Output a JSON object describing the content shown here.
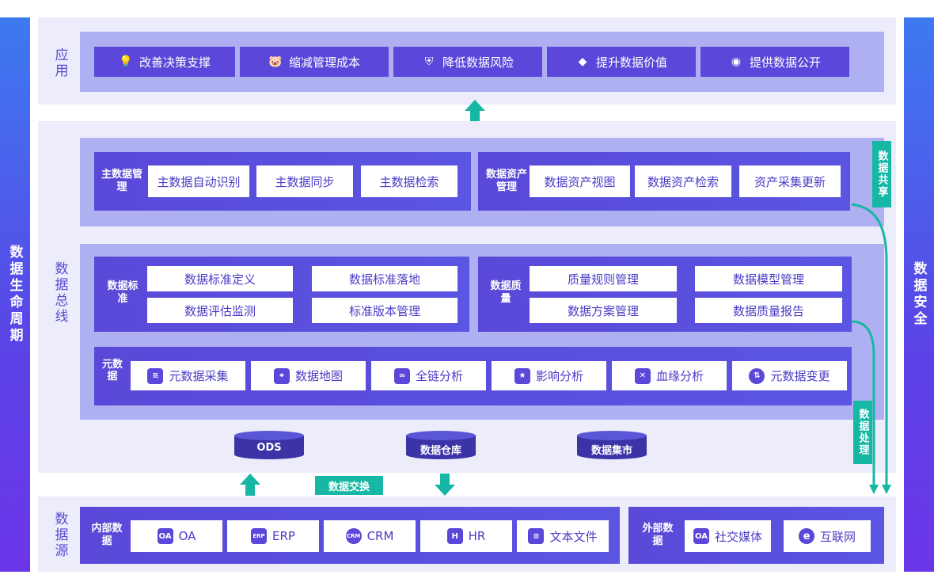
{
  "left_bar": "数据生命周期",
  "right_bar": "数据安全",
  "app": {
    "label": "应用",
    "items": [
      {
        "icon": "lightbulb-icon",
        "label": "改善决策支撑"
      },
      {
        "icon": "piggy-bank-icon",
        "label": "缩减管理成本"
      },
      {
        "icon": "shield-icon",
        "label": "降低数据风险"
      },
      {
        "icon": "diamond-icon",
        "label": "提升数据价值"
      },
      {
        "icon": "eye-icon",
        "label": "提供数据公开"
      }
    ]
  },
  "bus": {
    "label": "数据总线",
    "master": {
      "title": "主数据管理",
      "items": [
        "主数据自动识别",
        "主数据同步",
        "主数据检索"
      ]
    },
    "asset": {
      "title": "数据资产管理",
      "items": [
        "数据资产视图",
        "数据资产检索",
        "资产采集更新"
      ]
    },
    "standard": {
      "title": "数据标准",
      "items": [
        "数据标准定义",
        "数据标准落地",
        "数据评估监测",
        "标准版本管理"
      ]
    },
    "quality": {
      "title": "数据质量",
      "items": [
        "质量规则管理",
        "数据模型管理",
        "数据方案管理",
        "数据质量报告"
      ]
    },
    "meta": {
      "title": "元数据",
      "items": [
        {
          "icon": "database-icon",
          "label": "元数据采集"
        },
        {
          "icon": "map-icon",
          "label": "数据地图"
        },
        {
          "icon": "link-icon",
          "label": "全链分析"
        },
        {
          "icon": "medal-icon",
          "label": "影响分析"
        },
        {
          "icon": "dna-icon",
          "label": "血缘分析"
        },
        {
          "icon": "change-icon",
          "label": "元数据变更"
        }
      ]
    },
    "stores": [
      "ODS",
      "数据仓库",
      "数据集市"
    ]
  },
  "share_label": "数据共享",
  "process_label": "数据处理",
  "exchange_label": "数据交换",
  "source": {
    "label": "数据源",
    "internal": {
      "title": "内部数据",
      "items": [
        {
          "icon_text": "OA",
          "label": "OA"
        },
        {
          "icon_text": "ERP",
          "label": "ERP"
        },
        {
          "icon_text": "CRM",
          "label": "CRM"
        },
        {
          "icon_text": "H",
          "label": "HR"
        },
        {
          "icon_text": "≡",
          "label": "文本文件"
        }
      ]
    },
    "external": {
      "title": "外部数据",
      "items": [
        {
          "icon_text": "OA",
          "label": "社交媒体"
        },
        {
          "icon_text": "e",
          "label": "互联网"
        }
      ]
    }
  },
  "colors": {
    "primary": "#5b47d9",
    "lavender": "#aeb0f2",
    "teal": "#16b7a4",
    "panel": "#ececfa"
  }
}
